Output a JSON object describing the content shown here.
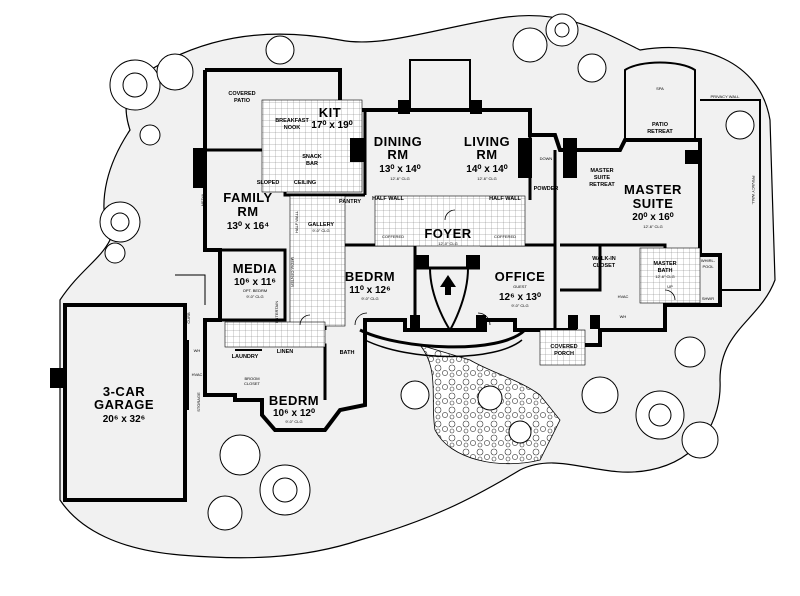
{
  "rooms": {
    "family": {
      "name_line1": "FAMILY",
      "name_line2": "RM",
      "dims": "13⁰ x 16⁴"
    },
    "dining": {
      "name_line1": "DINING",
      "name_line2": "RM",
      "dims": "13⁰ x 14⁰",
      "ceiling": "12'-6\" CLG"
    },
    "living": {
      "name_line1": "LIVING",
      "name_line2": "RM",
      "dims": "14⁰ x 14⁰",
      "ceiling": "12'-6\" CLG"
    },
    "master": {
      "name_line1": "MASTER",
      "name_line2": "SUITE",
      "dims": "20⁰ x 16⁰",
      "ceiling": "12'-6\" CLG"
    },
    "kitchen": {
      "name": "KIT",
      "dims": "17⁰ x 19⁰"
    },
    "foyer": {
      "name": "FOYER",
      "ceiling": "12'-0\" CLG"
    },
    "media": {
      "name": "MEDIA",
      "dims": "10⁶ x 11⁶",
      "note1": "OPT. BEDRM",
      "note2": "9'-0\" CLG"
    },
    "bedrm1": {
      "name": "BEDRM",
      "dims": "11⁰ x 12⁶",
      "ceiling": "9'-0\" CLG"
    },
    "office": {
      "name": "OFFICE",
      "dims": "12⁶ x 13⁰",
      "note": "GUEST",
      "ceiling": "9'-0\" CLG"
    },
    "bedrm2": {
      "name": "BEDRM",
      "dims": "10⁶ x 12⁰",
      "ceiling": "9'-0\" CLG"
    },
    "garage": {
      "name_line1": "3-CAR",
      "name_line2": "GARAGE",
      "dims": "20⁶ x 32⁶"
    }
  },
  "labels": {
    "covered_patio_top": [
      "COVERED",
      "PATIO"
    ],
    "breakfast_nook": [
      "BREAKFAST",
      "NOOK"
    ],
    "snack_bar": [
      "SNACK",
      "BAR"
    ],
    "sloped": "SLOPED",
    "ceiling": "CEILING",
    "pantry": "PANTRY",
    "half_wall_left": "HALF WALL",
    "half_wall_right": "HALF WALL",
    "gallery": [
      "GALLERY",
      "9'-0\" CLG"
    ],
    "half_wall_gallery": "HALF WALL",
    "media_center": "MEDIA CENTER",
    "entertain": "ENTERTAIN",
    "coffered_left": "COFFERED",
    "coffered_right": "COFFERED",
    "bath": "BATH",
    "linen": "LINEN",
    "laundry": "LAUNDRY",
    "broom_closet": [
      "BROOM",
      "CLOSET"
    ],
    "hvac_left": "HVAC",
    "hvac_right": "HVAC",
    "wh": "WH",
    "powder": "POWDER",
    "down": "DOWN",
    "spa": "SPA",
    "patio_retreat": [
      "PATIO",
      "RETREAT"
    ],
    "master_suite_retreat": [
      "MASTER",
      "SUITE",
      "RETREAT"
    ],
    "privacy_wall_top": "PRIVACY WALL",
    "privacy_wall_side": "PRIVACY WALL",
    "walk_in_closet": [
      "WALK-IN",
      "CLOSET"
    ],
    "master_bath": [
      "MASTER",
      "BATH",
      "12'-6\" CLG"
    ],
    "whirlpool": [
      "WHIRL-",
      "POOL"
    ],
    "shower": "SHWR",
    "covered_porch": [
      "COVERED",
      "PORCH"
    ],
    "curb": "CURB",
    "storage": "STORAGE",
    "media_cab": "MEDIA",
    "up": "UP",
    "wh_right": "WH"
  }
}
